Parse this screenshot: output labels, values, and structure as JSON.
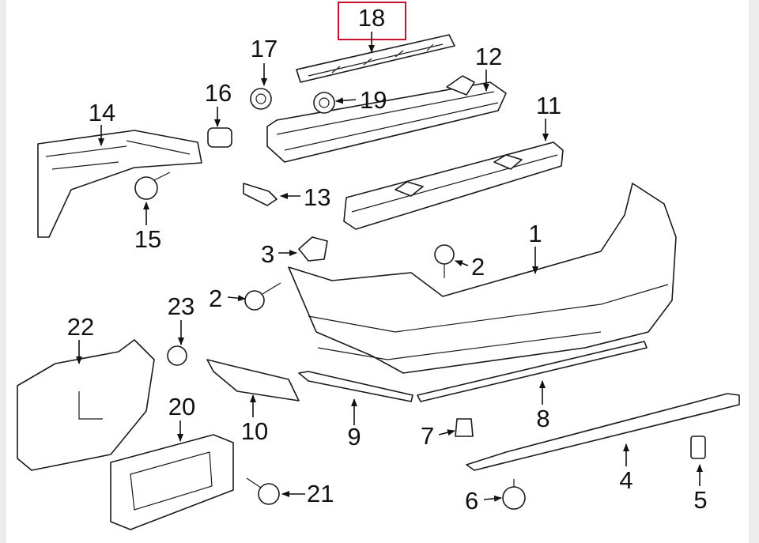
{
  "diagram": {
    "highlight_color": "#c8102e",
    "highlighted_callout": "18",
    "callouts": {
      "c1": "1",
      "c2a": "2",
      "c2b": "2",
      "c3": "3",
      "c4": "4",
      "c5": "5",
      "c6": "6",
      "c7": "7",
      "c8": "8",
      "c9": "9",
      "c10": "10",
      "c11": "11",
      "c12": "12",
      "c13": "13",
      "c14": "14",
      "c15": "15",
      "c16": "16",
      "c17": "17",
      "c18": "18",
      "c19": "19",
      "c20": "20",
      "c21": "21",
      "c22": "22",
      "c23": "23"
    }
  }
}
